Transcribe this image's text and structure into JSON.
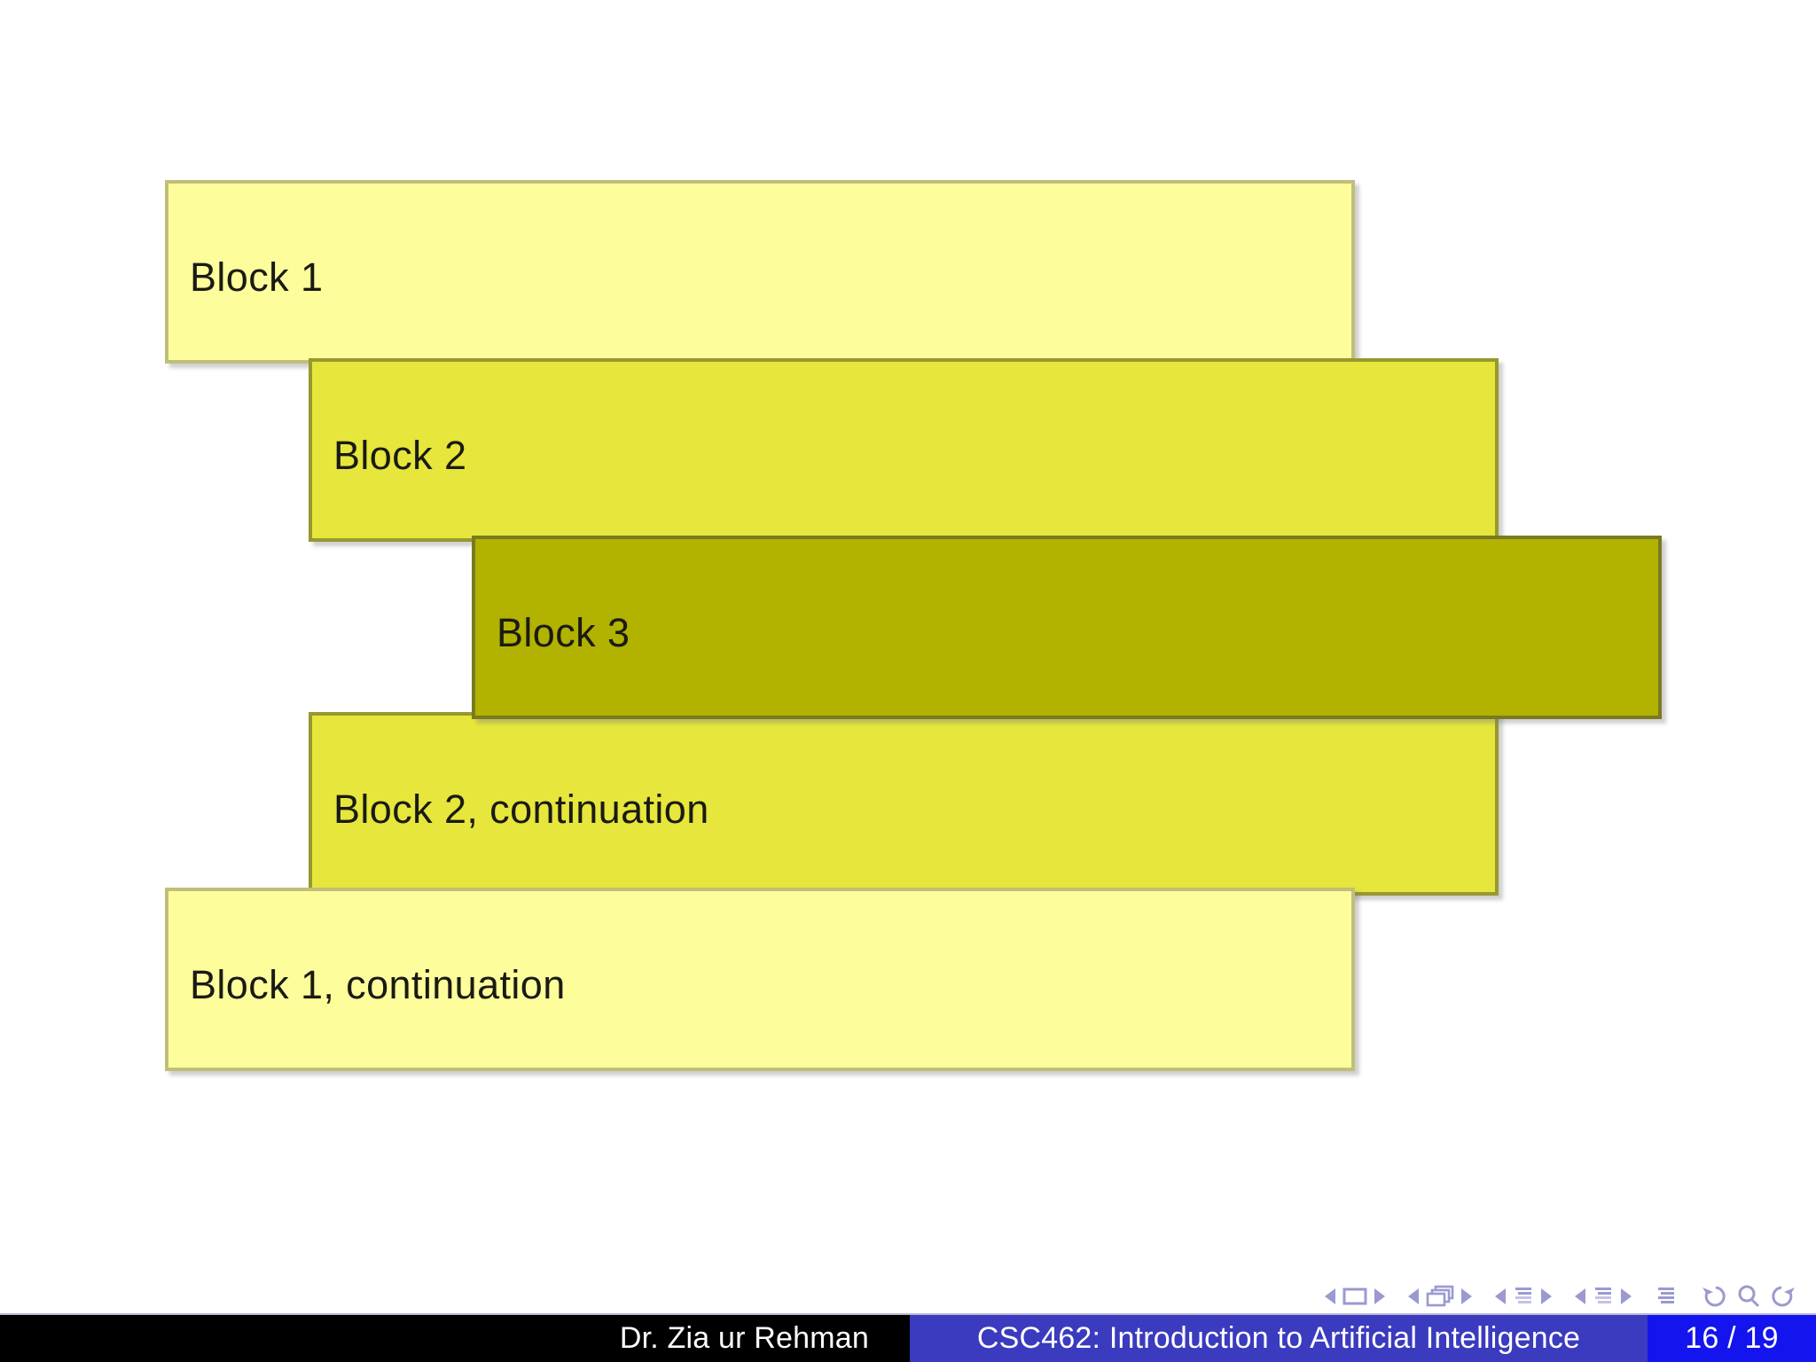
{
  "slide": {
    "blocks": [
      {
        "id": "block-1",
        "label": "Block 1",
        "fill": "#fdfd9b",
        "border": "#bfbf7a"
      },
      {
        "id": "block-2",
        "label": "Block 2",
        "fill": "#e6e63c",
        "border": "#989830"
      },
      {
        "id": "block-3",
        "label": "Block 3",
        "fill": "#b2b200",
        "border": "#7a7a22"
      },
      {
        "id": "block-2b",
        "label": "Block 2, continuation",
        "fill": "#e6e63c",
        "border": "#989830"
      },
      {
        "id": "block-1b",
        "label": "Block 1, continuation",
        "fill": "#fdfd9b",
        "border": "#bfbf7a"
      }
    ]
  },
  "navigation": {
    "icon_color": "#9a9ad0",
    "groups": [
      {
        "name": "slide",
        "prev_icon": "triangle-left-icon",
        "glyph": "slide-icon",
        "next_icon": "triangle-right-icon"
      },
      {
        "name": "frame",
        "prev_icon": "triangle-left-icon",
        "glyph": "frames-icon",
        "next_icon": "triangle-right-icon"
      },
      {
        "name": "subsection",
        "prev_icon": "triangle-left-icon",
        "glyph": "subsection-icon",
        "next_icon": "triangle-right-icon"
      },
      {
        "name": "section",
        "prev_icon": "triangle-left-icon",
        "glyph": "section-icon",
        "next_icon": "triangle-right-icon"
      }
    ],
    "document_icon": "document-icon",
    "back_icon": "undo-arrow-icon",
    "search_icon": "magnifier-icon",
    "forward_icon": "redo-arrow-icon"
  },
  "footer": {
    "author": "Dr. Zia ur Rehman",
    "title": "CSC462: Introduction to Artificial Intelligence",
    "page": "16 / 19",
    "author_bg": "#000000",
    "title_bg": "#3b3bbf",
    "page_bg": "#1414ee",
    "text_color": "#ffffff"
  }
}
